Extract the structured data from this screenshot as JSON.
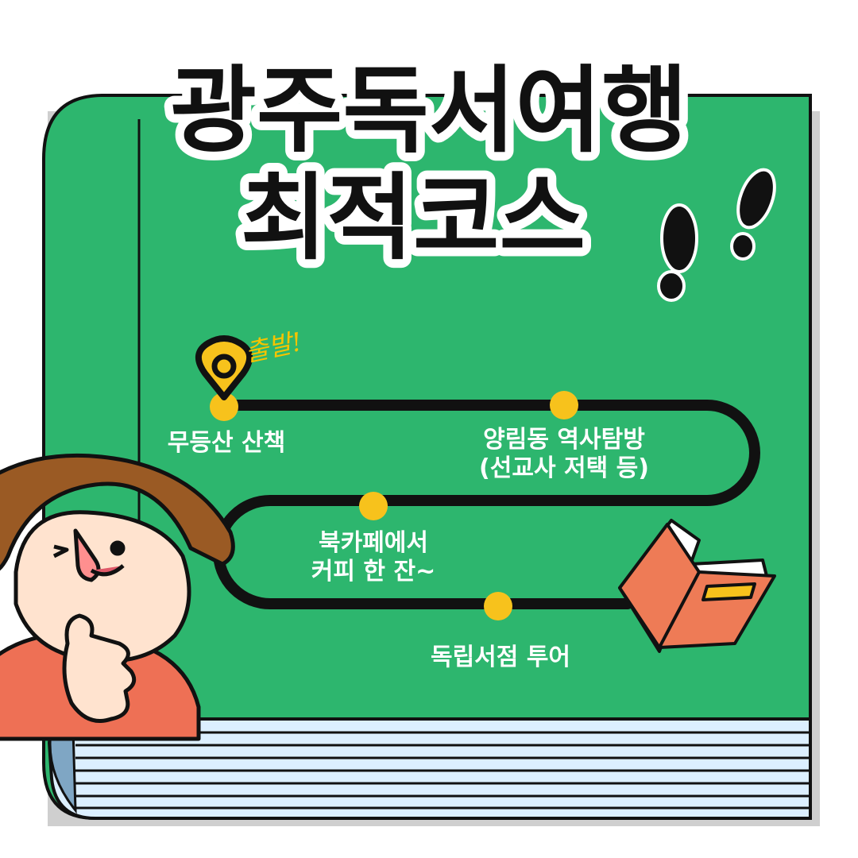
{
  "title": {
    "line1": "광주독서여행",
    "line2": "최적코스"
  },
  "start_note": "출발!",
  "stops": [
    {
      "label": "무등산 산책"
    },
    {
      "label": "양림동 역사탐방\n(선교사 저택 등)"
    },
    {
      "label": "북카페에서\n커피 한 잔~"
    },
    {
      "label": "독립서점 투어"
    }
  ],
  "colors": {
    "book_green": "#2db66e",
    "book_shadow": "#cfcfcf",
    "path_black": "#111111",
    "dot_yellow": "#f7c21c",
    "pages_blue": "#dcefff",
    "hair_brown": "#9a5a24",
    "shirt_coral": "#ee7055",
    "skin": "#ffe3cf",
    "small_book_orange": "#ee7b56"
  },
  "icons": [
    "map-pin-icon",
    "footprint-icon",
    "open-book-icon"
  ]
}
